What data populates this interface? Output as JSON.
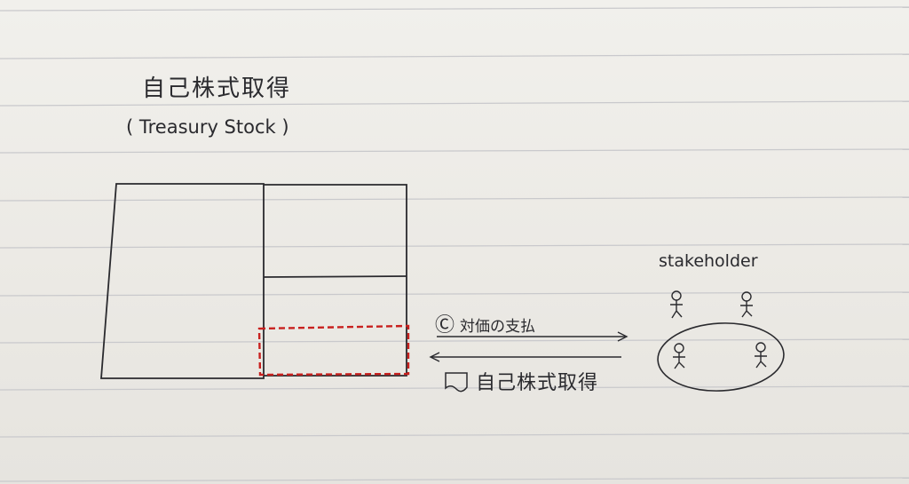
{
  "title": {
    "japanese": "自己株式取得",
    "english": "( Treasury Stock )"
  },
  "stakeholder": {
    "label": "stakeholder"
  },
  "flows": {
    "payment": {
      "symbol": "Ⓒ",
      "label": "対価の支払"
    },
    "acquisition": {
      "label": "自己株式取得"
    }
  },
  "colors": {
    "ink": "#2a2a2e",
    "dashed_red": "#c8201e",
    "ruled_line": "#c9c9cc"
  }
}
